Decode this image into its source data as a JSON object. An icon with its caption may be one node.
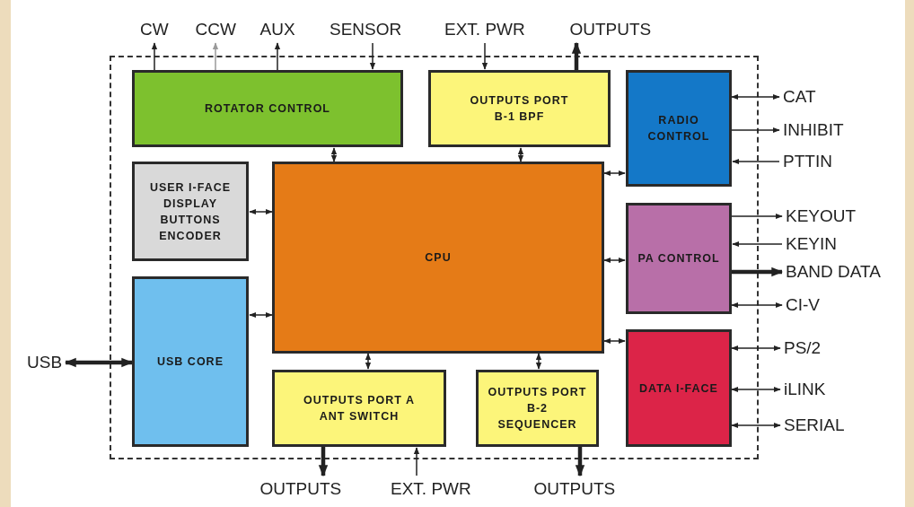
{
  "diagram": {
    "nodes": [
      {
        "text": [],
        "shape": "box"
      },
      {
        "text": [
          "ROTATOR CONTROL"
        ],
        "in": 0
      },
      {
        "text": [
          "OUTPUTS PORT B-1 BPF"
        ],
        "in": 0
      },
      {
        "text": [
          "RADIO CONTROL"
        ],
        "in": 0
      },
      {
        "text": [
          "USER I-FACE DISPLAY BUTTONS ENCODER"
        ],
        "in": 0
      },
      {
        "text": [
          "CPU"
        ],
        "in": 0
      },
      {
        "text": [
          "PA CONTROL"
        ],
        "in": 0
      },
      {
        "text": [
          "USB CORE"
        ],
        "in": 0
      },
      {
        "text": [
          "DATA I-FACE"
        ],
        "in": 0
      },
      {
        "text": [
          "OUTPUTS PORT A ANT SWITCH"
        ],
        "in": 0
      },
      {
        "text": [
          "OUTPUTS PORT B-2 SEQUENCER"
        ],
        "in": 0
      },
      {
        "text": [
          "CW"
        ]
      },
      {
        "text": [
          "CCW"
        ]
      },
      {
        "text": [
          "AUX"
        ]
      },
      {
        "text": [
          "SENSOR"
        ]
      },
      {
        "text": [
          "EXT. PWR"
        ]
      },
      {
        "text": [
          "OUTPUTS"
        ]
      },
      {
        "text": [
          "CAT"
        ]
      },
      {
        "text": [
          "INHIBIT"
        ]
      },
      {
        "text": [
          "PTTIN"
        ]
      },
      {
        "text": [
          "KEYOUT"
        ]
      },
      {
        "text": [
          "KEYIN"
        ]
      },
      {
        "text": [
          "BAND DATA"
        ]
      },
      {
        "text": [
          "CI-V"
        ]
      },
      {
        "text": [
          "PS/2"
        ]
      },
      {
        "text": [
          "iLINK"
        ]
      },
      {
        "text": [
          "SERIAL"
        ]
      },
      {
        "text": [
          "USB"
        ]
      },
      {
        "text": [
          "OUTPUTS"
        ]
      },
      {
        "text": [
          "EXT. PWR"
        ]
      },
      {
        "text": [
          "OUTPUTS"
        ]
      }
    ],
    "edges": [
      {
        "from": 5,
        "to": 1,
        "arrow": "both"
      },
      {
        "from": 5,
        "to": 2,
        "arrow": "both"
      },
      {
        "from": 5,
        "to": 3,
        "arrow": "both"
      },
      {
        "from": 5,
        "to": 4,
        "arrow": "both"
      },
      {
        "from": 5,
        "to": 6,
        "arrow": "both"
      },
      {
        "from": 5,
        "to": 7,
        "arrow": "both"
      },
      {
        "from": 5,
        "to": 8,
        "arrow": "both"
      },
      {
        "from": 5,
        "to": 9,
        "arrow": "both"
      },
      {
        "from": 5,
        "to": 10,
        "arrow": "both"
      },
      {
        "from": 1,
        "to": 11,
        "arrow": "to"
      },
      {
        "from": 1,
        "to": 12,
        "arrow": "to",
        "color": "#9a9a9a"
      },
      {
        "from": 1,
        "to": 13,
        "arrow": "to"
      },
      {
        "from": 14,
        "to": 1,
        "arrow": "to"
      },
      {
        "from": 15,
        "to": 2,
        "arrow": "to"
      },
      {
        "from": 2,
        "to": 16,
        "arrow": "to",
        "style": "thick"
      },
      {
        "from": 3,
        "to": 17,
        "arrow": "both"
      },
      {
        "from": 3,
        "to": 18,
        "arrow": "to"
      },
      {
        "from": 19,
        "to": 3,
        "arrow": "to"
      },
      {
        "from": 6,
        "to": 20,
        "arrow": "to"
      },
      {
        "from": 21,
        "to": 6,
        "arrow": "to"
      },
      {
        "from": 6,
        "to": 22,
        "arrow": "to",
        "style": "thick"
      },
      {
        "from": 6,
        "to": 23,
        "arrow": "both"
      },
      {
        "from": 8,
        "to": 24,
        "arrow": "both"
      },
      {
        "from": 8,
        "to": 25,
        "arrow": "both"
      },
      {
        "from": 8,
        "to": 26,
        "arrow": "both"
      },
      {
        "from": 7,
        "to": 27,
        "arrow": "both",
        "style": "thick"
      },
      {
        "from": 9,
        "to": 28,
        "arrow": "to",
        "style": "thick"
      },
      {
        "from": 29,
        "to": 9,
        "arrow": "to"
      },
      {
        "from": 10,
        "to": 30,
        "arrow": "to",
        "style": "thick"
      }
    ]
  }
}
